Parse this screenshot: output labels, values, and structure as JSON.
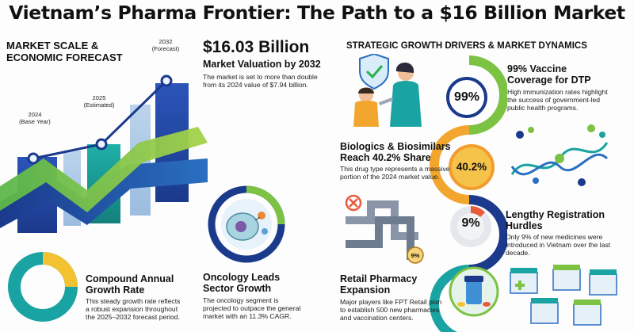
{
  "title": "Vietnam’s Pharma Frontier: The Path to a $16 Billion Market",
  "left": {
    "heading_line1": "MARKET SCALE &",
    "heading_line2": "ECONOMIC FORECAST",
    "milestones": [
      {
        "year": "2024",
        "note": "(Base Year)"
      },
      {
        "year": "2025",
        "note": "(Estimated)"
      },
      {
        "year": "2032",
        "note": "(Forecast)"
      }
    ],
    "valuation": "$16.03 Billion",
    "valuation_sub": "Market Valuation by 2032",
    "valuation_body_1": "The market is set to more than double",
    "valuation_body_2": "from its 2024 value of $7.94 billion.",
    "cagr_title_1": "Compound Annual",
    "cagr_title_2": "Growth Rate",
    "cagr_body_1": "This steady growth rate reflects",
    "cagr_body_2": "a robust expansion throughout",
    "cagr_body_3": "the 2025–2032 forecast period.",
    "onco_title_1": "Oncology Leads",
    "onco_title_2": "Sector Growth",
    "onco_body_1": "The oncology segment is",
    "onco_body_2": "projected to outpace the general",
    "onco_body_3": "market with an 11.3% CAGR."
  },
  "right": {
    "heading": "STRATEGIC GROWTH DRIVERS & MARKET DYNAMICS",
    "vaccine_pct": "99%",
    "vaccine_title_1": "99% Vaccine",
    "vaccine_title_2": "Coverage for DTP",
    "vaccine_body_1": "High immunization rates highlight",
    "vaccine_body_2": "the success of government-led",
    "vaccine_body_3": "public health programs.",
    "bio_pct": "40.2%",
    "bio_title_1": "Biologics & Biosimilars",
    "bio_title_2": "Reach 40.2% Share",
    "bio_body_1": "This drug type represents a massive",
    "bio_body_2": "portion of the 2024 market value.",
    "reg_pct": "9%",
    "pipe_tag": "9%",
    "reg_title_1": "Lengthy Registration",
    "reg_title_2": "Hurdles",
    "reg_body_1": "Only 9% of new medicines were",
    "reg_body_2": "introduced in Vietnam over the last",
    "reg_body_3": "decade.",
    "retail_title_1": "Retail Pharmacy",
    "retail_title_2": "Expansion",
    "retail_body_1": "Major players like FPT Retail plan",
    "retail_body_2": "to establish 500 new pharmacies",
    "retail_body_3": "and vaccination centers."
  },
  "colors": {
    "navy": "#1e3a8a",
    "teal": "#1aa3a3",
    "green": "#7cc243",
    "yellow": "#f2c230",
    "orange": "#f39c2e",
    "red": "#e85a3c",
    "grey": "#d9dde2"
  }
}
